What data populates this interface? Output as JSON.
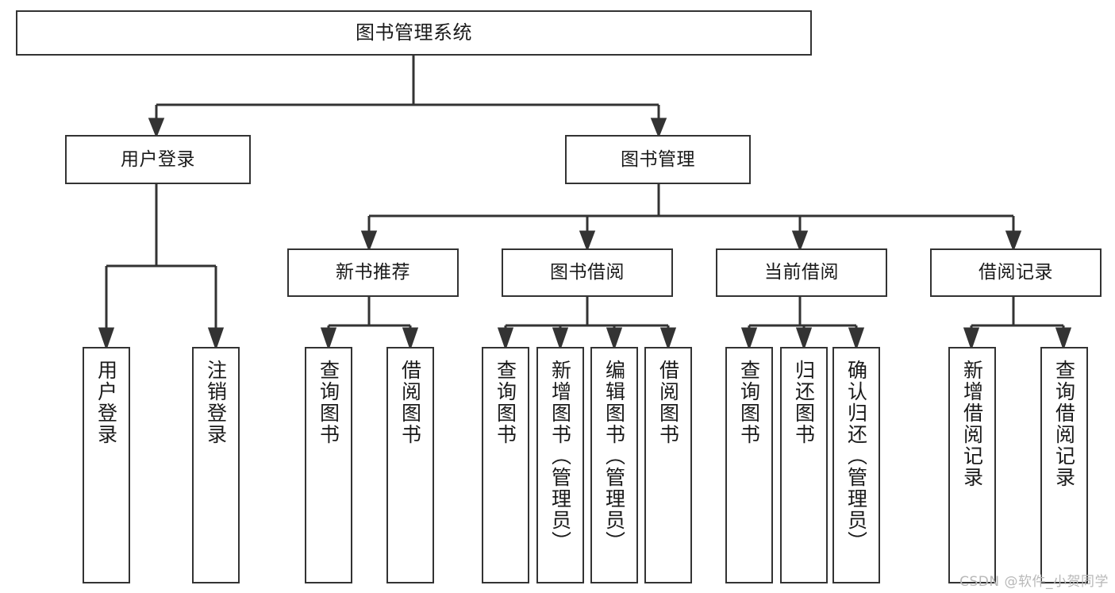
{
  "diagram": {
    "title": "图书管理系统",
    "type": "tree-hierarchy-chart",
    "watermark": "CSDN @软件_小贺同学",
    "colors": {
      "border": "#333333",
      "background": "#ffffff",
      "text": "#1a1a1a",
      "watermark": "#b8b8b8"
    },
    "levels": {
      "root": {
        "label": "图书管理系统"
      },
      "level2": [
        {
          "label": "用户登录"
        },
        {
          "label": "图书管理"
        }
      ],
      "level3": [
        {
          "label": "新书推荐"
        },
        {
          "label": "图书借阅"
        },
        {
          "label": "当前借阅"
        },
        {
          "label": "借阅记录"
        }
      ],
      "leaves": {
        "user_login": [
          {
            "label": "用户登录"
          },
          {
            "label": "注销登录"
          }
        ],
        "new_book_recommend": [
          {
            "label": "查询图书"
          },
          {
            "label": "借阅图书"
          }
        ],
        "book_borrow": [
          {
            "label": "查询图书"
          },
          {
            "label": "新增图书（管理员）"
          },
          {
            "label": "编辑图书（管理员）"
          },
          {
            "label": "借阅图书"
          }
        ],
        "current_borrow": [
          {
            "label": "查询图书"
          },
          {
            "label": "归还图书"
          },
          {
            "label": "确认归还（管理员）"
          }
        ],
        "borrow_record": [
          {
            "label": "新增借阅记录"
          },
          {
            "label": "查询借阅记录"
          }
        ]
      }
    }
  }
}
